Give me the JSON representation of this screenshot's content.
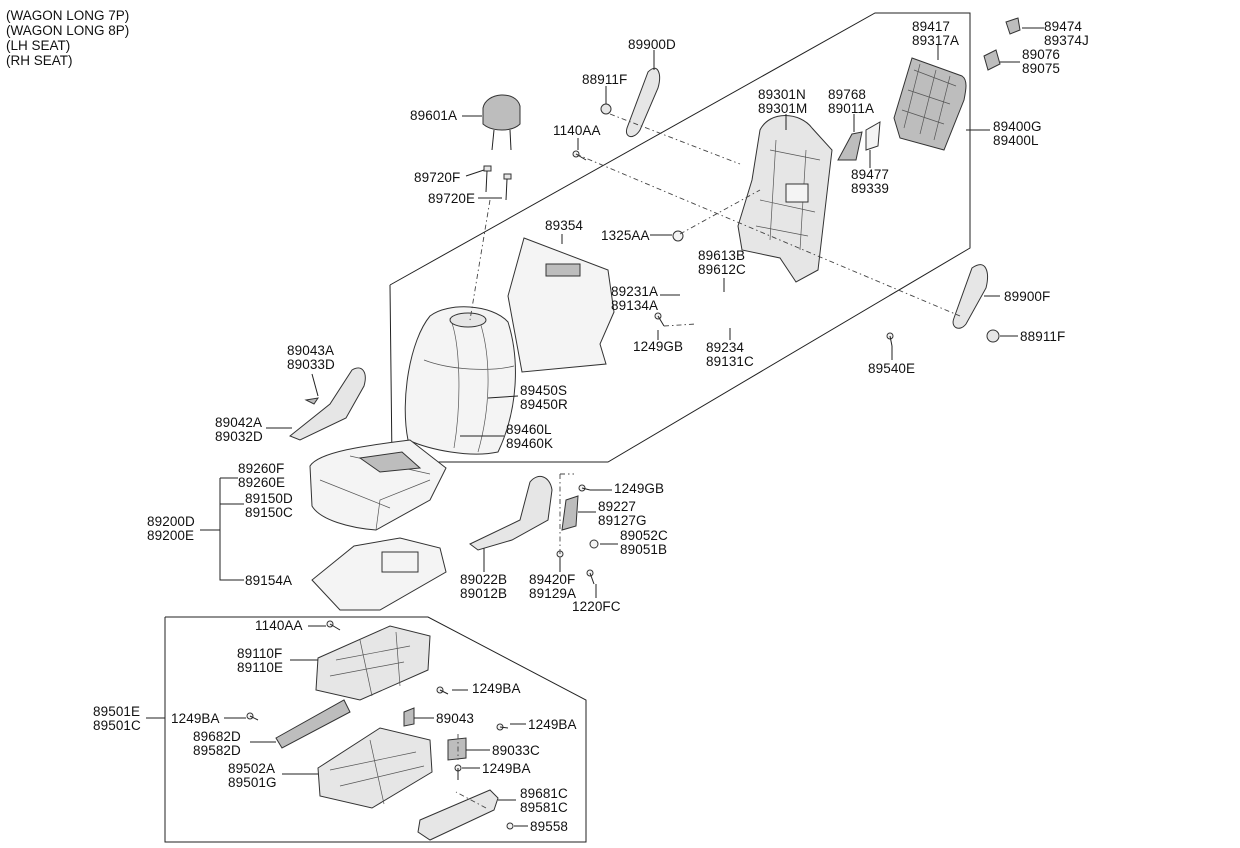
{
  "notes": [
    "(WAGON LONG 7P)",
    "(WAGON LONG 8P)",
    "(LH SEAT)",
    "(RH SEAT)"
  ],
  "labels": {
    "l89474": [
      "89474",
      "89374J"
    ],
    "l89417": [
      "89417",
      "89317A"
    ],
    "l89076": [
      "89076",
      "89075"
    ],
    "l89900D": [
      "89900D"
    ],
    "l88911F_top": [
      "88911F"
    ],
    "l89601A": [
      "89601A"
    ],
    "l1140AA_top": [
      "1140AA"
    ],
    "l89301N": [
      "89301N",
      "89301M"
    ],
    "l89768": [
      "89768",
      "89011A"
    ],
    "l89400G": [
      "89400G",
      "89400L"
    ],
    "l89477": [
      "89477",
      "89339"
    ],
    "l89720F": [
      "89720F"
    ],
    "l89720E": [
      "89720E"
    ],
    "l89354": [
      "89354"
    ],
    "l1325AA": [
      "1325AA"
    ],
    "l89613B": [
      "89613B",
      "89612C"
    ],
    "l89231A": [
      "89231A",
      "89134A"
    ],
    "l89900F": [
      "89900F"
    ],
    "l1249GB_mid": [
      "1249GB"
    ],
    "l89234": [
      "89234",
      "89131C"
    ],
    "l88911F_right": [
      "88911F"
    ],
    "l89043A": [
      "89043A",
      "89033D"
    ],
    "l89540E": [
      "89540E"
    ],
    "l89450S": [
      "89450S",
      "89450R"
    ],
    "l89042A": [
      "89042A",
      "89032D"
    ],
    "l89460L": [
      "89460L",
      "89460K"
    ],
    "l89260F": [
      "89260F",
      "89260E"
    ],
    "l1249GB_low": [
      "1249GB"
    ],
    "l89150D": [
      "89150D",
      "89150C"
    ],
    "l89227": [
      "89227",
      "89127G"
    ],
    "l89200D": [
      "89200D",
      "89200E"
    ],
    "l89052C": [
      "89052C",
      "89051B"
    ],
    "l89154A": [
      "89154A"
    ],
    "l89022B": [
      "89022B",
      "89012B"
    ],
    "l89420F": [
      "89420F",
      "89129A"
    ],
    "l1220FC": [
      "1220FC"
    ],
    "l1140AA_low": [
      "1140AA"
    ],
    "l89110F": [
      "89110F",
      "89110E"
    ],
    "l1249BA_a": [
      "1249BA"
    ],
    "l89501E": [
      "89501E",
      "89501C"
    ],
    "l1249BA_b": [
      "1249BA"
    ],
    "l89043": [
      "89043"
    ],
    "l1249BA_c": [
      "1249BA"
    ],
    "l89682D": [
      "89682D",
      "89582D"
    ],
    "l89033C": [
      "89033C"
    ],
    "l89502A": [
      "89502A",
      "89501G"
    ],
    "l1249BA_d": [
      "1249BA"
    ],
    "l89681C": [
      "89681C",
      "89581C"
    ],
    "l89558": [
      "89558"
    ]
  }
}
